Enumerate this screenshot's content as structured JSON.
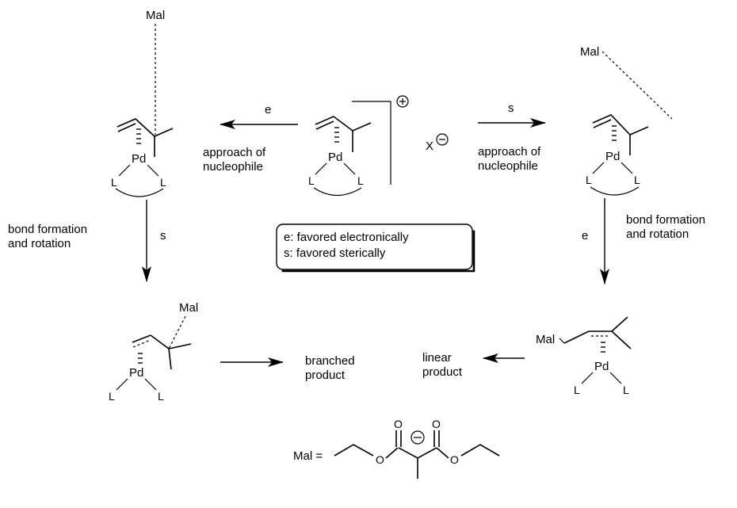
{
  "labels": {
    "e": "e",
    "s": "s",
    "approach": "approach of",
    "nucleophile": "nucleophile",
    "bond_formation": "bond formation",
    "and_rotation": "and rotation",
    "branched_1": "branched",
    "branched_2": "product",
    "linear_1": "linear",
    "linear_2": "product"
  },
  "atoms": {
    "mal": "Mal",
    "pd": "Pd",
    "ligand": "L",
    "counterion": "X",
    "mal_eq": "Mal =",
    "oxygen": "O"
  },
  "legend": {
    "line1": "e: favored electronically",
    "line2": "s: favored sterically"
  }
}
